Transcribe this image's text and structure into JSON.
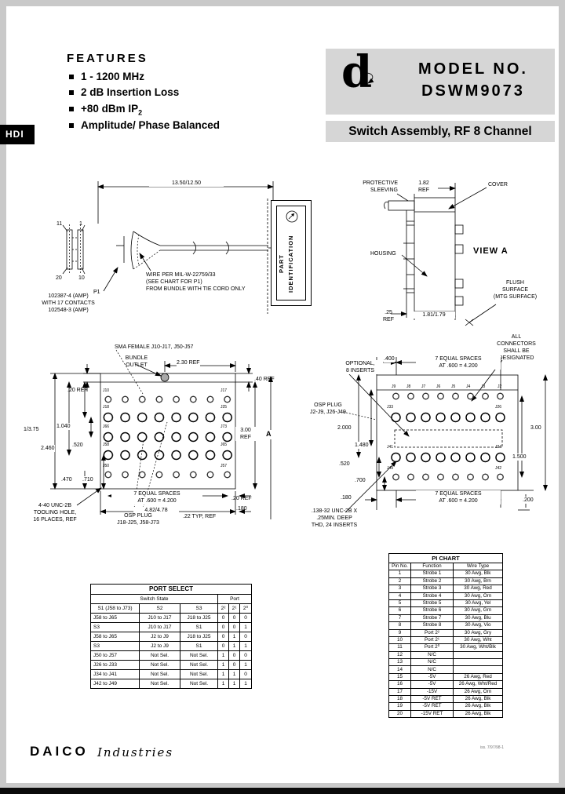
{
  "page": {
    "hdi_tab": "HDI",
    "logo_letter": "d",
    "model_label": "MODEL NO.",
    "model_number": "DSWM9073",
    "subtitle": "Switch Assembly, RF 8 Channel",
    "footer_brand": "DAICO",
    "footer_brand2": "Industries",
    "footer_note": "iss. 7/97/98-1"
  },
  "features": {
    "title": "FEATURES",
    "items": [
      "1 - 1200 MHz",
      "2 dB Insertion Loss",
      "+80 dBm IP",
      "Amplitude/ Phase Balanced"
    ],
    "ip2_subscript": "2"
  },
  "cable_drawing": {
    "dim_length": "13.50/12.50",
    "pin_top_left": "11",
    "pin_top_right": "1",
    "pin_bottom_left": "20",
    "pin_bottom_right": "10",
    "p1_label": "P1",
    "connector_note": "102387-4 (AMP)\nWITH 17 CONTACTS\n102548-3 (AMP)",
    "wire_note": "WIRE PER MIL-W-22759/33\n(SEE CHART FOR P1)\nFROM BUNDLE WITH TIE CORD ONLY",
    "part_id_label": "PART\nIDENTIFICATION"
  },
  "view_a": {
    "protective_sleeving": "PROTECTIVE\nSLEEVING",
    "dim_182": "1.82\nREF",
    "cover": "COVER",
    "housing": "HOUSING",
    "view_label": "VIEW A",
    "flush_note": "FLUSH\nSURFACE\n(MTG SURFACE)",
    "dim_25": ".25\nREF",
    "dim_181": "1.81/1.79"
  },
  "left_panel": {
    "sma_label": "SMA FEMALE J10-J17, J50-J57",
    "bundle_outlet": "BUNDLE\nOUTLET",
    "dim_230": "2.30 REF",
    "dim_40": ".40 REF",
    "dim_20_top": ".20 REF",
    "dim_1375": "1/3.75",
    "dim_1040": "1.040",
    "dim_2460": "2.460",
    "dim_520": ".520",
    "dim_470": ".470",
    "dim_710": ".710",
    "dim_300": "3.00\nREF",
    "a_label": "A",
    "equal_spaces": "7 EQUAL SPACES\nAT .600 = 4.200",
    "dim_482": "4.82/4.78",
    "dim_22": ".22 TYP, REF",
    "dim_20_bottom": ".20 REF",
    "dim_180": ".180",
    "tooling_note": "4-40 UNC-2B\nTOOLING HOLE,\n16 PLACES, REF",
    "osp_note": "OSP PLUG\nJ18-J25, J58-J73",
    "row_labels": [
      "J10",
      "J17",
      "J18",
      "J25",
      "J66",
      "J73",
      "J58",
      "J65",
      "J50",
      "J57"
    ]
  },
  "right_panel": {
    "designated_note": "ALL\nCONNECTORS\nSHALL BE\nDESIGNATED",
    "dim_400": ".400",
    "equal_spaces_top": "7 EQUAL SPACES\nAT .600 = 4.200",
    "optional_note": "OPTIONAL,\n8 INSERTS",
    "osp_note": "OSP PLUG\nJ2-J9, J26-J49",
    "dim_2000": "2.000",
    "dim_1480": "1.480",
    "dim_520": ".520",
    "dim_700": ".700",
    "dim_180": ".180",
    "dim_300": "3.00",
    "dim_1500": "1.500",
    "dim_200": ".200",
    "equal_spaces_bottom": "7 EQUAL SPACES\nAT .600 = 4.200",
    "thread_note": ".138-32 UNC-2B X\n.25MIN. DEEP\nTHD, 24 INSERTS",
    "top_row_labels": [
      "J9",
      "J8",
      "J7",
      "J6",
      "J5",
      "J4",
      "J3",
      "J2"
    ],
    "row_labels": [
      "J33",
      "J26",
      "J41",
      "J34",
      "J49",
      "J42"
    ]
  },
  "port_select": {
    "title": "PORT SELECT",
    "group_switch": "Switch State",
    "group_port": "Port",
    "columns": [
      "S1 (J58 to J73)",
      "S2",
      "S3",
      "2²",
      "2¹",
      "2⁰"
    ],
    "rows": [
      [
        "J58 to J65",
        "J10 to J17",
        "J18 to J25",
        "0",
        "0",
        "0"
      ],
      [
        "S3",
        "J10 to J17",
        "S1",
        "0",
        "0",
        "1"
      ],
      [
        "J58 to J65",
        "J2 to J9",
        "J18 to J25",
        "0",
        "1",
        "0"
      ],
      [
        "S3",
        "J2 to J9",
        "S1",
        "0",
        "1",
        "1"
      ],
      [
        "J50 to J57",
        "Not Sel.",
        "Not Sel.",
        "1",
        "0",
        "0"
      ],
      [
        "J26 to J33",
        "Not Sel.",
        "Not Sel.",
        "1",
        "0",
        "1"
      ],
      [
        "J34 to J41",
        "Not Sel.",
        "Not Sel.",
        "1",
        "1",
        "0"
      ],
      [
        "J42 to J49",
        "Not Sel.",
        "Not Sel.",
        "1",
        "1",
        "1"
      ]
    ]
  },
  "pi_chart": {
    "title": "PI CHART",
    "columns": [
      "Pin No.",
      "Function",
      "Wire Type"
    ],
    "rows": [
      [
        "1",
        "Strobe 1",
        "30 Awg, Blk"
      ],
      [
        "2",
        "Strobe 2",
        "30 Awg, Brn"
      ],
      [
        "3",
        "Strobe 3",
        "30 Awg, Red"
      ],
      [
        "4",
        "Strobe 4",
        "30 Awg, Orn"
      ],
      [
        "5",
        "Strobe 5",
        "30 Awg, Yel"
      ],
      [
        "6",
        "Strobe 6",
        "30 Awg, Grn"
      ],
      [
        "7",
        "Strobe 7",
        "30 Awg, Blu"
      ],
      [
        "8",
        "Strobe 8",
        "30 Awg, Vio"
      ],
      [
        "9",
        "Port 2²",
        "30 Awg, Gry"
      ],
      [
        "10",
        "Port 2¹",
        "30 Awg, Wht"
      ],
      [
        "11",
        "Port 2⁰",
        "30 Awg, Wht/Blk"
      ],
      [
        "12",
        "N/C",
        ""
      ],
      [
        "13",
        "N/C",
        ""
      ],
      [
        "14",
        "N/C",
        ""
      ],
      [
        "15",
        "-5V",
        "26 Awg, Red"
      ],
      [
        "16",
        "-5V",
        "26 Awg, Wht/Red"
      ],
      [
        "17",
        "-15V",
        "26 Awg, Orn"
      ],
      [
        "18",
        "-5V RET",
        "26 Awg, Blk"
      ],
      [
        "19",
        "-5V RET",
        "26 Awg, Blk"
      ],
      [
        "20",
        "-15V RET",
        "26 Awg, Blk"
      ]
    ]
  }
}
